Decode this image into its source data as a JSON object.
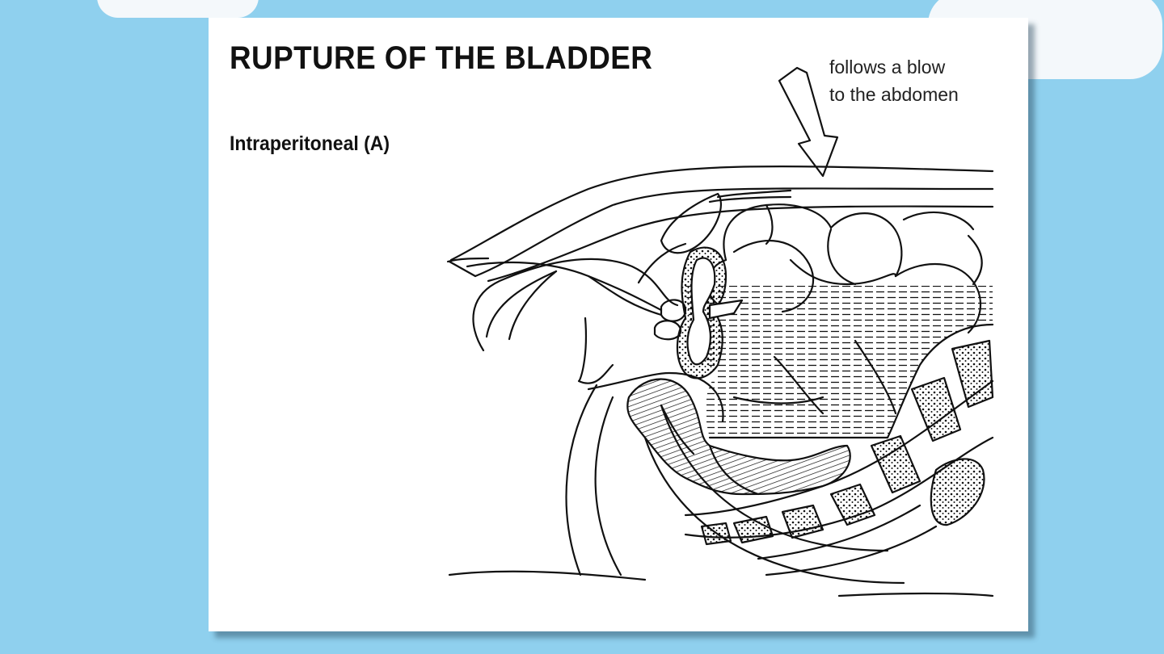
{
  "slide": {
    "title": "RUPTURE OF THE BLADDER",
    "subtitle": "Intraperitoneal (A)",
    "annotation": "follows a blow\nto the abdomen"
  },
  "illustration": {
    "subject": "bladder-rupture-cross-section",
    "colors": {
      "background": "#8fd0ee",
      "slide": "#ffffff",
      "line": "#111111"
    }
  }
}
